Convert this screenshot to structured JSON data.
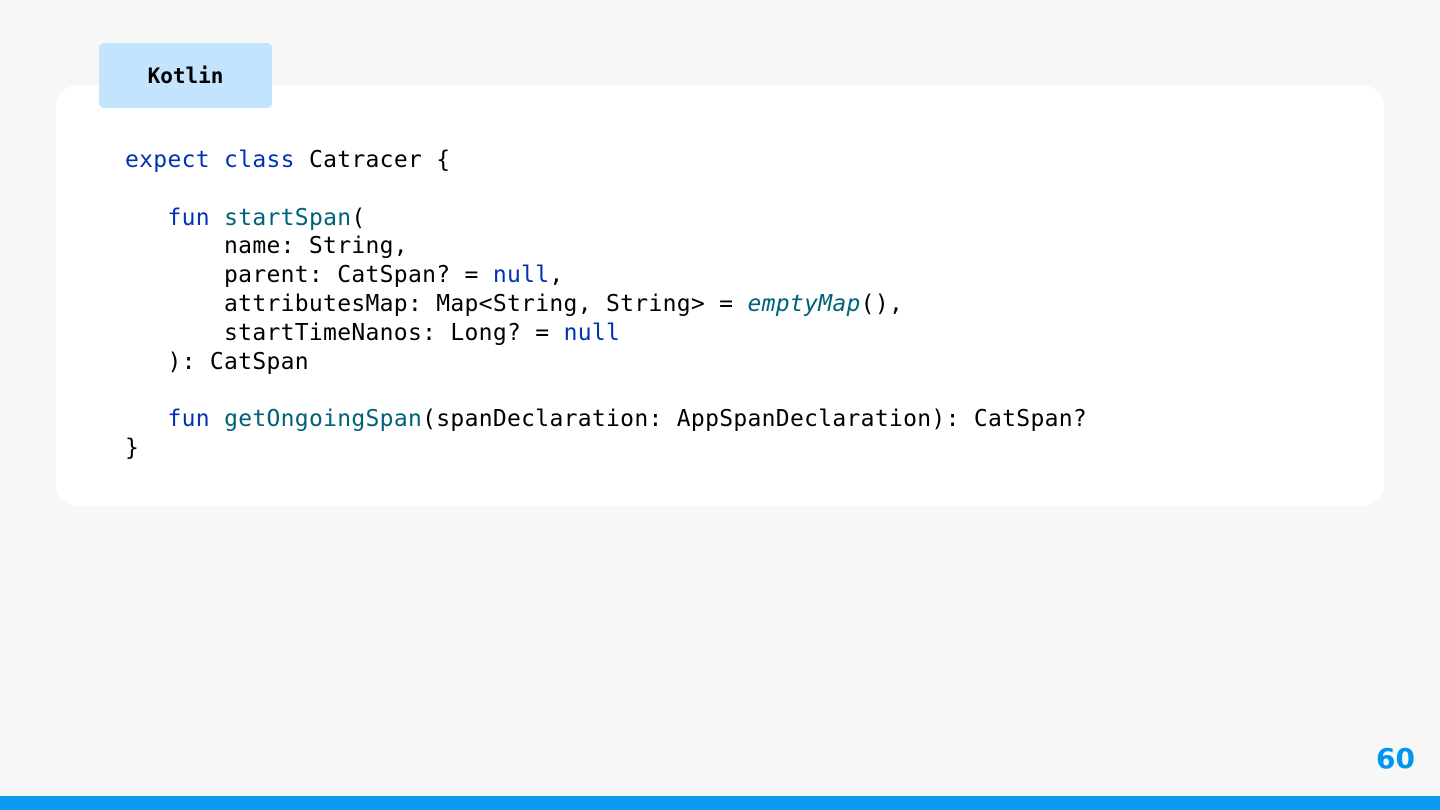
{
  "language_tab": {
    "label": "Kotlin"
  },
  "code": {
    "lines": [
      [
        {
          "t": "expect",
          "k": "kw"
        },
        {
          "t": " ",
          "k": "plain"
        },
        {
          "t": "class",
          "k": "kw"
        },
        {
          "t": " Catracer {",
          "k": "plain"
        }
      ],
      [],
      [
        {
          "t": "   ",
          "k": "plain"
        },
        {
          "t": "fun",
          "k": "kw"
        },
        {
          "t": " ",
          "k": "plain"
        },
        {
          "t": "startSpan",
          "k": "fn"
        },
        {
          "t": "(",
          "k": "plain"
        }
      ],
      [
        {
          "t": "       name: String,",
          "k": "plain"
        }
      ],
      [
        {
          "t": "       parent: CatSpan? = ",
          "k": "plain"
        },
        {
          "t": "null",
          "k": "lit"
        },
        {
          "t": ",",
          "k": "plain"
        }
      ],
      [
        {
          "t": "       attributesMap: Map<String, String> = ",
          "k": "plain"
        },
        {
          "t": "emptyMap",
          "k": "call"
        },
        {
          "t": "(),",
          "k": "plain"
        }
      ],
      [
        {
          "t": "       startTimeNanos: Long? = ",
          "k": "plain"
        },
        {
          "t": "null",
          "k": "lit"
        }
      ],
      [
        {
          "t": "   ): CatSpan",
          "k": "plain"
        }
      ],
      [],
      [
        {
          "t": "   ",
          "k": "plain"
        },
        {
          "t": "fun",
          "k": "kw"
        },
        {
          "t": " ",
          "k": "plain"
        },
        {
          "t": "getOngoingSpan",
          "k": "fn"
        },
        {
          "t": "(spanDeclaration: AppSpanDeclaration): CatSpan?",
          "k": "plain"
        }
      ],
      [
        {
          "t": "}",
          "k": "plain"
        }
      ]
    ]
  },
  "page": {
    "number": "60"
  },
  "colors": {
    "keyword": "#0033b3",
    "function": "#00627a",
    "accent": "#0c9cef",
    "tab_background": "#c2e4fc"
  }
}
